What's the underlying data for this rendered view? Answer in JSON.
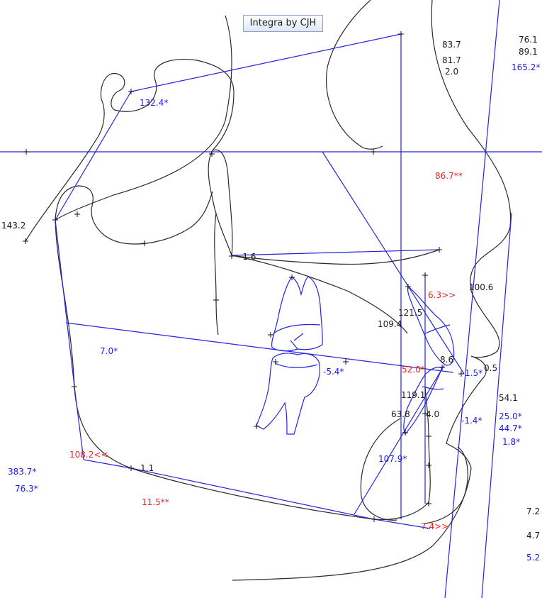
{
  "title": "Integra by CJH",
  "colors": {
    "black": "#1a1a1a",
    "blue": "#1c1cdd",
    "red": "#ee2222",
    "curve": "#2a2a2a"
  },
  "labels": {
    "a_83_7": "83.7",
    "a_81_7": "81.7",
    "a_2_0": "2.0",
    "a_76_1": "76.1",
    "a_89_1": "89.1",
    "a_165_2": "165.2*",
    "a_132_4": "132.4*",
    "a_143_2": "143.2",
    "a_86_7": "86.7**",
    "a_neg1_6": "-1.6",
    "a_100_6": "100.6",
    "a_6_3": "6.3>>",
    "a_121_5": "121.5",
    "a_109_4": "109.4",
    "a_7_0": "7.0*",
    "a_8_6": "8.6",
    "a_neg5_4": "-5.4*",
    "a_52_0": "52.0*",
    "a_1_5": "1.5*",
    "a_0_5": "0.5",
    "a_119_1": "119.1",
    "a_54_1": "54.1",
    "a_63_8": "63.8",
    "a_4_0": "4.0",
    "a_25_0": "25.0*",
    "a_44_7": "44.7*",
    "a_neg1_4": "-1.4*",
    "a_1_8": "1.8*",
    "a_108_2": "108.2<<",
    "a_383_7": "383.7*",
    "a_107_9": "107.9*",
    "a_1_1": "1.1",
    "a_76_3": "76.3*",
    "a_11_5": "11.5**",
    "a_7_2": "7.2",
    "a_7_4": "7.4>>",
    "a_4_7": "4.7",
    "a_5_2": "5.2"
  }
}
